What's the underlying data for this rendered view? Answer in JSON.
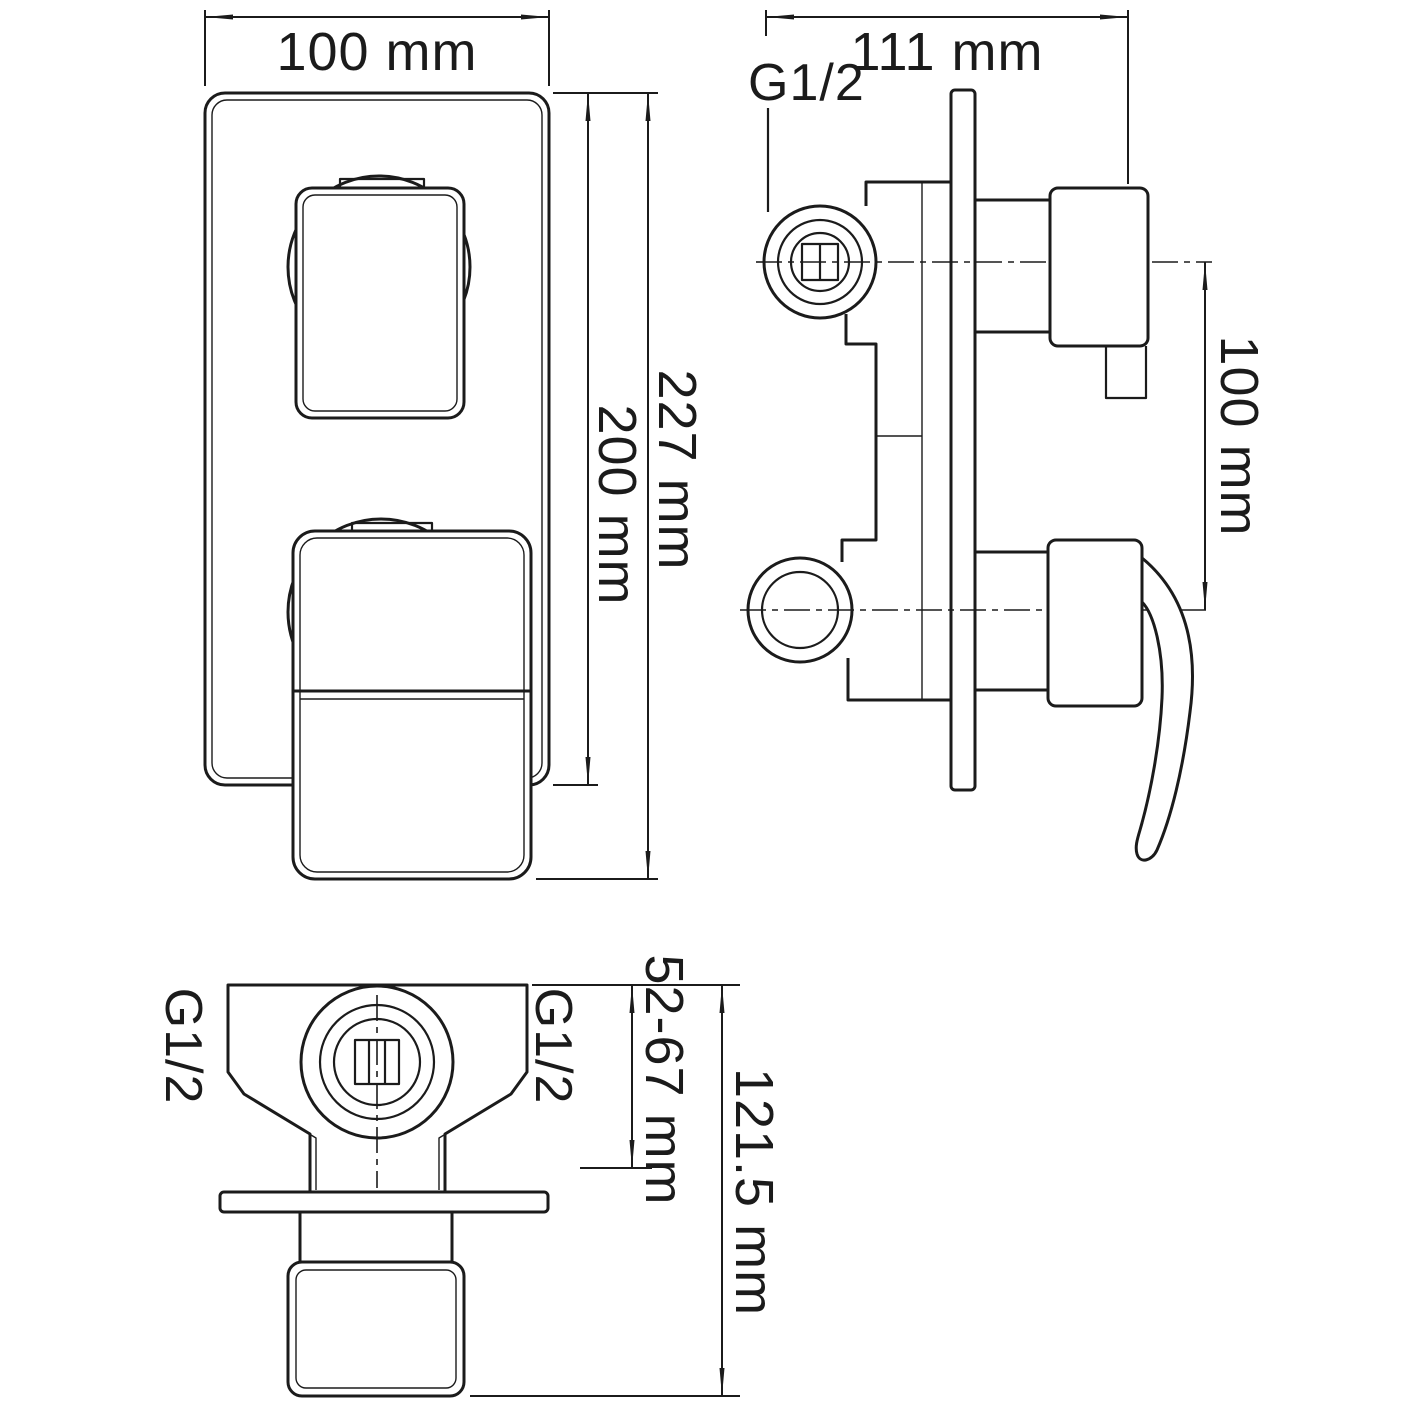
{
  "drawing": {
    "front_view": {
      "width": "100 mm",
      "height_total": "227 mm",
      "height_plate": "200 mm"
    },
    "side_view": {
      "depth": "111 mm",
      "thread": "G1/2",
      "port_spacing": "100 mm"
    },
    "bottom_view": {
      "thread_left": "G1/2",
      "thread_right": "G1/2",
      "mount_depth_range": "52-67 mm",
      "depth_total": "121.5 mm"
    },
    "colors": {
      "line": "#1b1b1b",
      "background": "#ffffff"
    }
  }
}
